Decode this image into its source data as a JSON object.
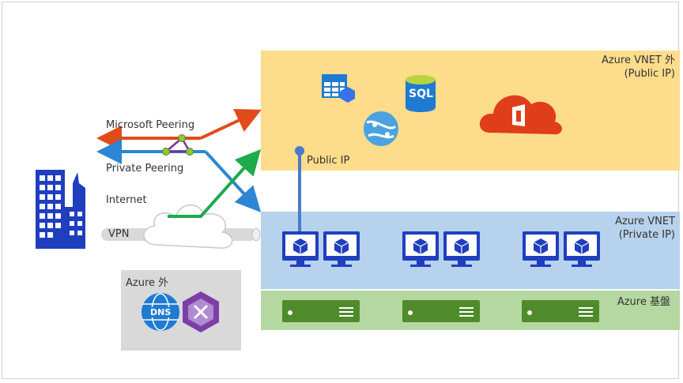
{
  "zones": {
    "public": {
      "line1": "Azure VNET 外",
      "line2": "(Public IP)"
    },
    "private": {
      "line1": "Azure VNET",
      "line2": "(Private IP)"
    },
    "infra": {
      "label": "Azure 基盤"
    },
    "outside": {
      "label": "Azure 外"
    }
  },
  "connections": {
    "microsoft_peering": "Microsoft Peering",
    "private_peering": "Private Peering",
    "internet": "Internet",
    "vpn": "VPN",
    "public_ip": "Public IP"
  },
  "icons": {
    "sql": "SQL",
    "dns": "DNS"
  },
  "colors": {
    "public_zone": "#fddc8c",
    "private_zone": "#b7d2ec",
    "infra_zone": "#b5d7a1",
    "outside_zone": "#d9d9d9",
    "microsoft_peering": "#e14b1a",
    "private_peering": "#2c86d4",
    "internet": "#1faa4b",
    "building": "#1f3fbf",
    "vm": "#1f3fbf",
    "office": "#e03e1a"
  }
}
